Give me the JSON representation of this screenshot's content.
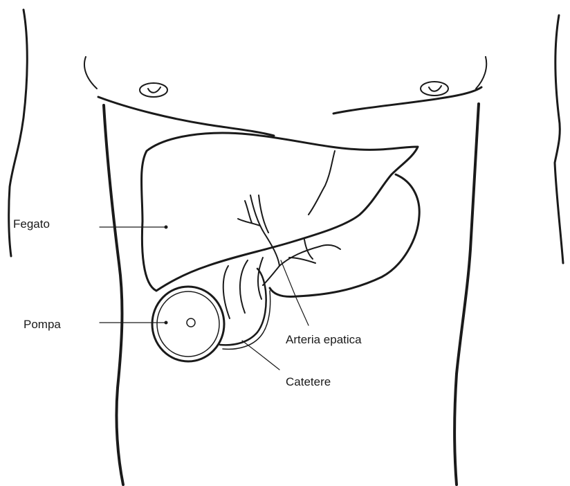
{
  "labels": {
    "liver": "Fegato",
    "pump": "Pompa",
    "hepatic_artery": "Arteria epatica",
    "catheter": "Catetere"
  },
  "colors": {
    "ink": "#1a1a1a",
    "background": "#ffffff"
  }
}
